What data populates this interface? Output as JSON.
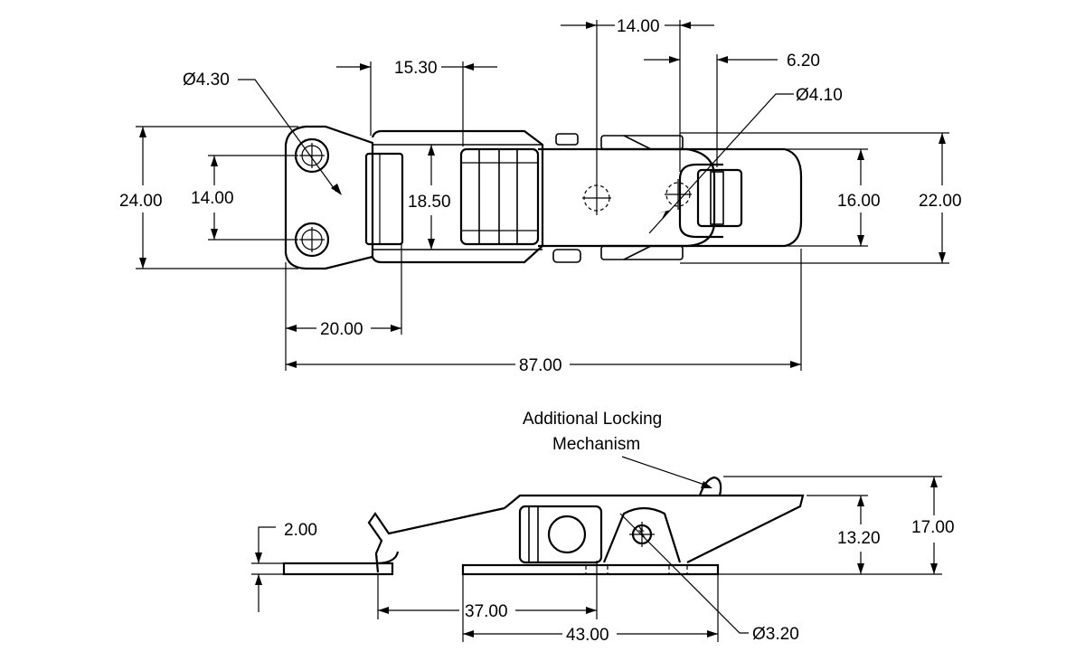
{
  "top_view": {
    "dims": {
      "d_4_30": "Ø4.30",
      "d_15_30": "15.30",
      "d_14_00_top": "14.00",
      "d_6_20": "6.20",
      "d_4_10": "Ø4.10",
      "d_24_00": "24.00",
      "d_14_00_left": "14.00",
      "d_18_50": "18.50",
      "d_16_00": "16.00",
      "d_22_00": "22.00",
      "d_20_00": "20.00",
      "d_87_00": "87.00"
    }
  },
  "side_view": {
    "note_line1": "Additional Locking",
    "note_line2": "Mechanism",
    "dims": {
      "d_2_00": "2.00",
      "d_13_20": "13.20",
      "d_17_00": "17.00",
      "d_37_00": "37.00",
      "d_43_00": "43.00",
      "d_3_20": "Ø3.20"
    }
  }
}
